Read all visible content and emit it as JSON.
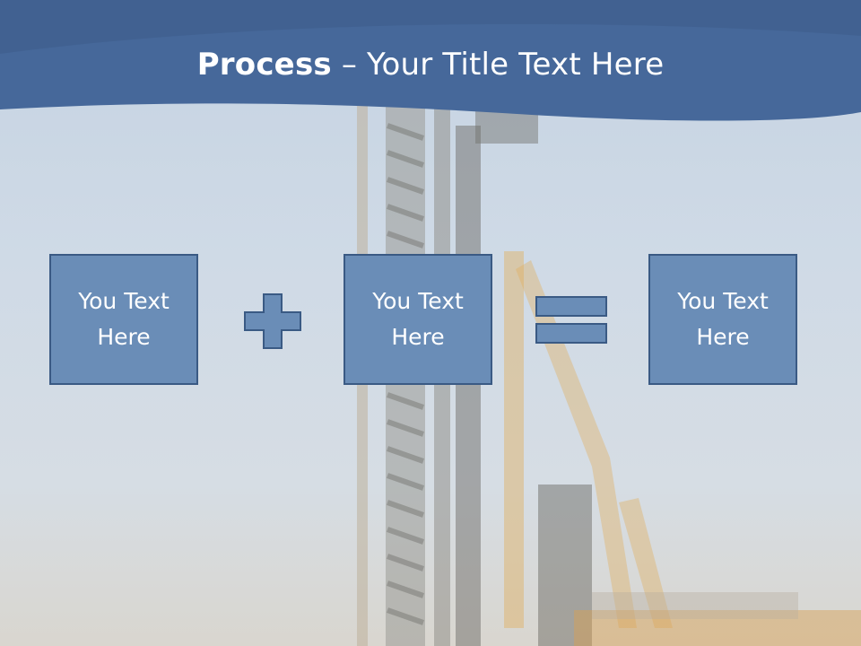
{
  "slide": {
    "title_bold": "Process",
    "title_rest": " – Your Title Text Here",
    "boxes": [
      {
        "text": "You Text Here"
      },
      {
        "text": "You Text Here"
      },
      {
        "text": "You Text Here"
      }
    ],
    "operators": [
      "plus-icon",
      "equals-icon"
    ],
    "colors": {
      "header": "#46689a",
      "box_fill": "#6a8db7",
      "box_border": "#3a5a84",
      "rig_accent": "#e0b060"
    }
  }
}
